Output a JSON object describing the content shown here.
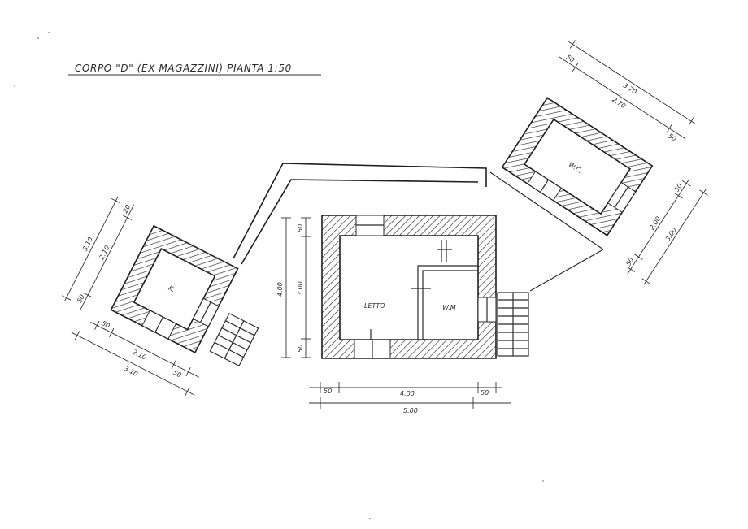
{
  "title": "CORPO \"D\" (EX MAGAZZINI) PIANTA 1:50",
  "rooms": {
    "kitchen": "K.",
    "bedroom": "LETTO",
    "closet": "W.M",
    "wc": "W.C."
  },
  "dims": {
    "main_height_total": "4.00",
    "main_height_inner": "3.00",
    "main_wall_top": "50",
    "main_wall_bottom": "50",
    "main_width_inner": "4.00",
    "main_width_total": "5.00",
    "main_wall_left": "50",
    "main_wall_right": "50",
    "k_total_vertical": "3.10",
    "k_inner_vertical": "2.10",
    "k_wall_a": "20",
    "k_wall_b": "50",
    "k_bottom_wall_a": "50",
    "k_bottom_inner": "2.10",
    "k_bottom_total": "3.10",
    "k_bottom_wall_b": "50",
    "wc_top_total": "3.70",
    "wc_top_inner": "2.70",
    "wc_top_wall_a": "50",
    "wc_top_wall_b": "50",
    "wc_right_total": "3.00",
    "wc_right_inner": "2.00",
    "wc_right_wall_a": "50",
    "wc_right_wall_b": "50"
  }
}
